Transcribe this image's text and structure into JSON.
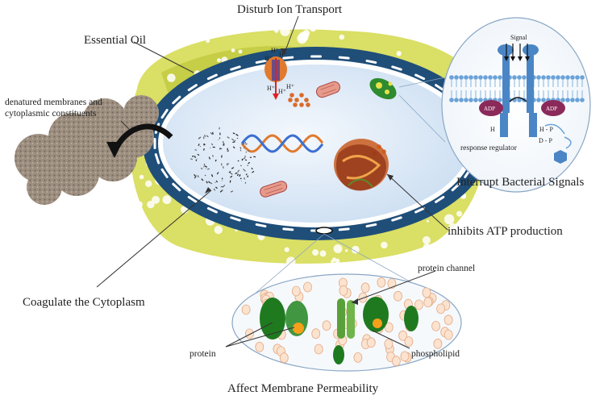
{
  "labels": {
    "essential_oil": "Essential Oil",
    "disturb_ion": "Disturb Ion Transport",
    "denatured_line1": "denatured membranes and",
    "denatured_line2": "cytoplasmic constituents",
    "interrupt_signals": "Interrupt Bacterial Signals",
    "inhibits_atp": "inhibits ATP production",
    "coagulate": "Coagulate the Cytoplasm",
    "affect_permeability": "Affect Membrane Permeability",
    "protein_channel": "protein channel",
    "protein": "protein",
    "phospholipid": "phospholipid"
  },
  "ion_labels": {
    "h_top_a": "H⁺",
    "h_top_b": "H⁺",
    "h_top_c": "H⁺",
    "h_bot_a": "H⁺",
    "h_bot_b": "H⁺",
    "h_bot_c": "H⁺"
  },
  "signal_inset": {
    "signal": "Signal",
    "adp_left": "ADP",
    "adp_right": "ADP",
    "h_left": "H",
    "hp_right": "H - P",
    "dp": "D - P",
    "response_regulator": "response regulator"
  },
  "colors": {
    "membrane": "#1f4e79",
    "oil": "#d4d94a",
    "cytoplasm": "#dde9f7",
    "protein_green": "#2e8b2e",
    "lipid_head": "#fbe3cf",
    "dna_blue": "#3b6fd1",
    "dna_orange": "#e07a2e"
  }
}
